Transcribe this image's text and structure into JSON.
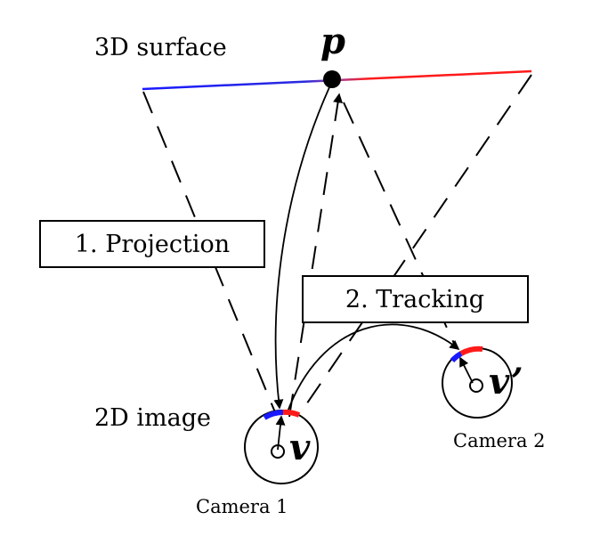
{
  "labels": {
    "surface": "3D surface",
    "image": "2D image",
    "point_p": "p",
    "point_v": "v",
    "point_v_prime": "v’",
    "projection": "1. Projection",
    "tracking": "2. Tracking",
    "camera1": "Camera 1",
    "camera2": "Camera 2"
  },
  "colors": {
    "surface_left": "#1a1aff",
    "surface_right": "#ff1a1a",
    "ink": "#000000"
  }
}
